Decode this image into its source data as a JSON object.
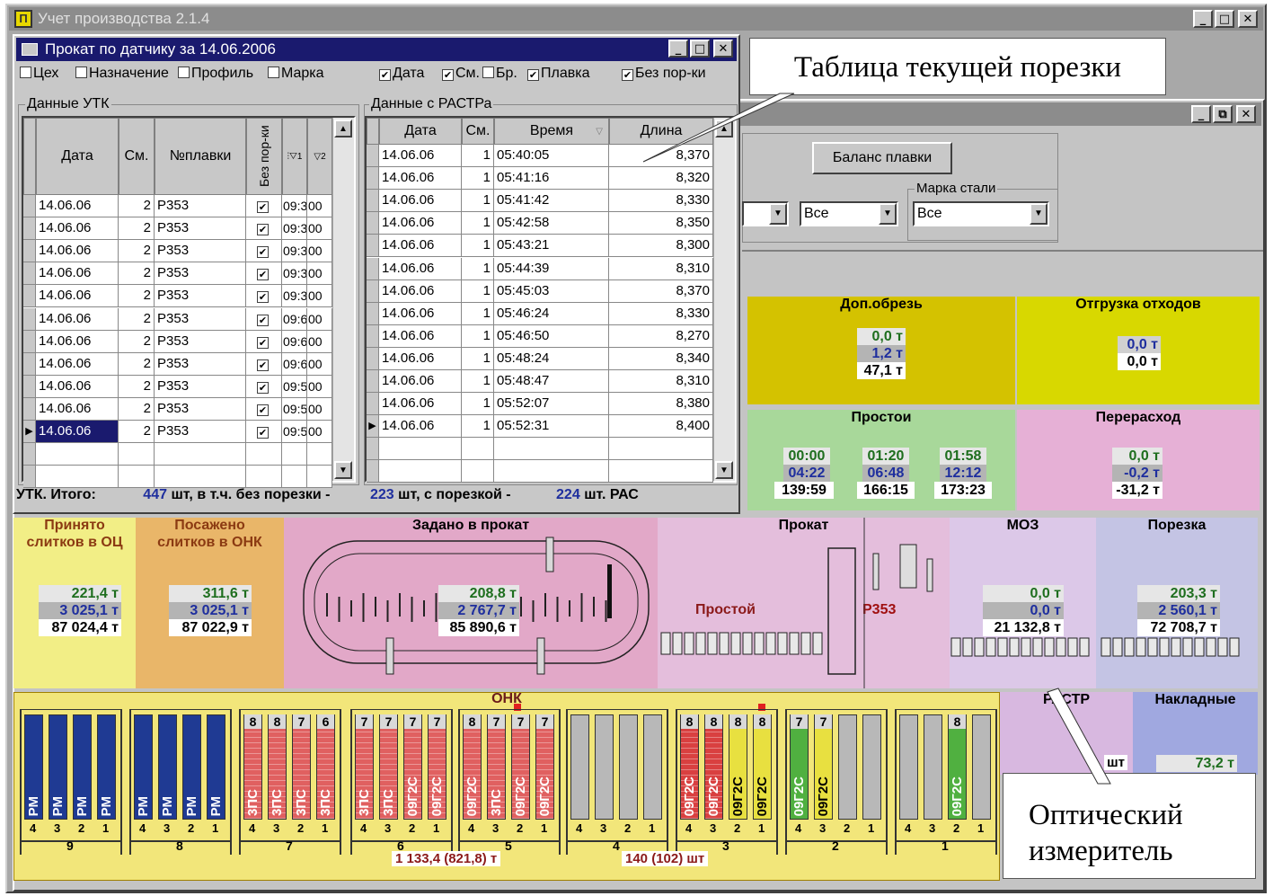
{
  "app": {
    "title": "Учет производства 2.1.4"
  },
  "dialog": {
    "title": "Прокат по датчику за 14.06.2006",
    "filters": [
      {
        "label": "Цех",
        "checked": false
      },
      {
        "label": "Назначение",
        "checked": false
      },
      {
        "label": "Профиль",
        "checked": false
      },
      {
        "label": "Марка",
        "checked": false
      },
      {
        "label": "Дата",
        "checked": true
      },
      {
        "label": "См.",
        "checked": true
      },
      {
        "label": "Бр.",
        "checked": false
      },
      {
        "label": "Плавка",
        "checked": true
      },
      {
        "label": "Без пор-ки",
        "checked": true
      }
    ],
    "utk": {
      "group": "Данные УТК",
      "columns": [
        "Дата",
        "См.",
        "№плавки",
        "Без пор-ки",
        "1",
        "2"
      ],
      "rows": [
        [
          "14.06.06",
          "2",
          "Р353",
          "09:3",
          "00"
        ],
        [
          "14.06.06",
          "2",
          "Р353",
          "09:3",
          "00"
        ],
        [
          "14.06.06",
          "2",
          "Р353",
          "09:3",
          "00"
        ],
        [
          "14.06.06",
          "2",
          "Р353",
          "09:3",
          "00"
        ],
        [
          "14.06.06",
          "2",
          "Р353",
          "09:3",
          "00"
        ],
        [
          "14.06.06",
          "2",
          "Р353",
          "09:6",
          "00"
        ],
        [
          "14.06.06",
          "2",
          "Р353",
          "09:6",
          "00"
        ],
        [
          "14.06.06",
          "2",
          "Р353",
          "09:6",
          "00"
        ],
        [
          "14.06.06",
          "2",
          "Р353",
          "09:5",
          "00"
        ],
        [
          "14.06.06",
          "2",
          "Р353",
          "09:5",
          "00"
        ],
        [
          "14.06.06",
          "2",
          "Р353",
          "09:5",
          "00"
        ]
      ]
    },
    "rastr": {
      "group": "Данные с РАСТРа",
      "columns": [
        "Дата",
        "См.",
        "Время",
        "Длина"
      ],
      "rows": [
        [
          "14.06.06",
          "1",
          "05:40:05",
          "8,370"
        ],
        [
          "14.06.06",
          "1",
          "05:41:16",
          "8,320"
        ],
        [
          "14.06.06",
          "1",
          "05:41:42",
          "8,330"
        ],
        [
          "14.06.06",
          "1",
          "05:42:58",
          "8,350"
        ],
        [
          "14.06.06",
          "1",
          "05:43:21",
          "8,300"
        ],
        [
          "14.06.06",
          "1",
          "05:44:39",
          "8,310"
        ],
        [
          "14.06.06",
          "1",
          "05:45:03",
          "8,370"
        ],
        [
          "14.06.06",
          "1",
          "05:46:24",
          "8,330"
        ],
        [
          "14.06.06",
          "1",
          "05:46:50",
          "8,270"
        ],
        [
          "14.06.06",
          "1",
          "05:48:24",
          "8,340"
        ],
        [
          "14.06.06",
          "1",
          "05:48:47",
          "8,310"
        ],
        [
          "14.06.06",
          "1",
          "05:52:07",
          "8,380"
        ],
        [
          "14.06.06",
          "1",
          "05:52:31",
          "8,400"
        ]
      ]
    },
    "status": {
      "prefix": "УТК. Итого:",
      "n1": "447",
      "t1": "шт, в т.ч. без порезки -",
      "n2": "223",
      "t2": "шт, с порезкой -",
      "n3": "224",
      "t3": "шт. РАС"
    }
  },
  "inner": {
    "balance_button": "Баланс плавки",
    "combo1": "Все",
    "marka_label": "Марка стали",
    "marka_value": "Все"
  },
  "panels": {
    "dop": {
      "title": "Доп.обрезь",
      "v": [
        "0,0 т",
        "1,2 т",
        "47,1 т"
      ]
    },
    "otgr": {
      "title": "Отгрузка отходов",
      "v": [
        "0,0 т",
        "0,0 т"
      ]
    },
    "prostoi": {
      "title": "Простои",
      "cols": [
        [
          "00:00",
          "04:22",
          "139:59"
        ],
        [
          "01:20",
          "06:48",
          "166:15"
        ],
        [
          "01:58",
          "12:12",
          "173:23"
        ]
      ]
    },
    "pererashod": {
      "title": "Перерасход",
      "v": [
        "0,0 т",
        "-0,2 т",
        "-31,2 т"
      ]
    },
    "prinyato": {
      "title1": "Принято",
      "title2": "слитков в ОЦ",
      "v": [
        "221,4 т",
        "3 025,1 т",
        "87 024,4 т"
      ]
    },
    "posazheno": {
      "title1": "Посажено",
      "title2": "слитков в ОНК",
      "v": [
        "311,6 т",
        "3 025,1 т",
        "87 022,9 т"
      ]
    },
    "zadano": {
      "title": "Задано в прокат",
      "v": [
        "208,8 т",
        "2 767,7 т",
        "85 890,6 т"
      ]
    },
    "prokat": {
      "title": "Прокат",
      "prostoi": "Простой",
      "heat": "Р353"
    },
    "moz": {
      "title": "МОЗ",
      "v": [
        "0,0 т",
        "0,0 т",
        "21 132,8 т"
      ]
    },
    "porezka": {
      "title": "Порезка",
      "v": [
        "203,3 т",
        "2 560,1 т",
        "72 708,7 т"
      ]
    },
    "rastr": {
      "title": "РАСТР",
      "unit": "шт"
    },
    "nakladnye": {
      "title": "Накладные",
      "v": "73,2 т"
    }
  },
  "onk": {
    "title": "ОНК",
    "total1": "1 133,4 (821,8) т",
    "total2": "140 (102) шт",
    "groups": [
      {
        "num": "9",
        "bins": [
          {
            "c": "#1f3a93",
            "lbl": "РМ",
            "top": ""
          },
          {
            "c": "#1f3a93",
            "lbl": "РМ",
            "top": ""
          },
          {
            "c": "#1f3a93",
            "lbl": "РМ",
            "top": ""
          },
          {
            "c": "#1f3a93",
            "lbl": "РМ",
            "top": ""
          }
        ]
      },
      {
        "num": "8",
        "bins": [
          {
            "c": "#1f3a93",
            "lbl": "РМ",
            "top": ""
          },
          {
            "c": "#1f3a93",
            "lbl": "РМ",
            "top": ""
          },
          {
            "c": "#1f3a93",
            "lbl": "РМ",
            "top": ""
          },
          {
            "c": "#1f3a93",
            "lbl": "РМ",
            "top": ""
          }
        ]
      },
      {
        "num": "7",
        "bins": [
          {
            "c": "#e06060",
            "lbl": "3ПС",
            "top": "8"
          },
          {
            "c": "#e06060",
            "lbl": "3ПС",
            "top": "8"
          },
          {
            "c": "#e06060",
            "lbl": "3ПС",
            "top": "7"
          },
          {
            "c": "#e06060",
            "lbl": "3ПС",
            "top": "6"
          }
        ]
      },
      {
        "num": "6",
        "bins": [
          {
            "c": "#e06060",
            "lbl": "3ПС",
            "top": "7"
          },
          {
            "c": "#e06060",
            "lbl": "3ПС",
            "top": "7"
          },
          {
            "c": "#e06060",
            "lbl": "09Г2С",
            "top": "7"
          },
          {
            "c": "#e06060",
            "lbl": "09Г2С",
            "top": "7"
          }
        ]
      },
      {
        "num": "5",
        "bins": [
          {
            "c": "#e06060",
            "lbl": "09Г2С",
            "top": "8"
          },
          {
            "c": "#e06060",
            "lbl": "3ПС",
            "top": "7"
          },
          {
            "c": "#e06060",
            "lbl": "09Г2С",
            "top": "7"
          },
          {
            "c": "#e06060",
            "lbl": "09Г2С",
            "top": "7"
          }
        ]
      },
      {
        "num": "4",
        "bins": [
          {
            "c": "#b8b8b8",
            "lbl": "",
            "top": ""
          },
          {
            "c": "#b8b8b8",
            "lbl": "",
            "top": ""
          },
          {
            "c": "#b8b8b8",
            "lbl": "",
            "top": ""
          },
          {
            "c": "#b8b8b8",
            "lbl": "",
            "top": ""
          }
        ]
      },
      {
        "num": "3",
        "bins": [
          {
            "c": "#d94040",
            "lbl": "09Г2С",
            "top": "8"
          },
          {
            "c": "#d94040",
            "lbl": "09Г2С",
            "top": "8"
          },
          {
            "c": "#e8e040",
            "lbl": "09Г2С",
            "top": "8"
          },
          {
            "c": "#e8e040",
            "lbl": "09Г2С",
            "top": "8"
          }
        ]
      },
      {
        "num": "2",
        "bins": [
          {
            "c": "#50b040",
            "lbl": "09Г2С",
            "top": "7"
          },
          {
            "c": "#e8e040",
            "lbl": "09Г2С",
            "top": "7"
          },
          {
            "c": "#b8b8b8",
            "lbl": "",
            "top": ""
          },
          {
            "c": "#b8b8b8",
            "lbl": "",
            "top": ""
          }
        ]
      },
      {
        "num": "1",
        "bins": [
          {
            "c": "#b8b8b8",
            "lbl": "",
            "top": ""
          },
          {
            "c": "#b8b8b8",
            "lbl": "",
            "top": ""
          },
          {
            "c": "#50b040",
            "lbl": "09Г2С",
            "top": "8"
          },
          {
            "c": "#b8b8b8",
            "lbl": "",
            "top": ""
          }
        ]
      }
    ]
  },
  "callouts": {
    "top": "Таблица текущей порезки",
    "bottom1": "Оптический",
    "bottom2": "измеритель"
  }
}
